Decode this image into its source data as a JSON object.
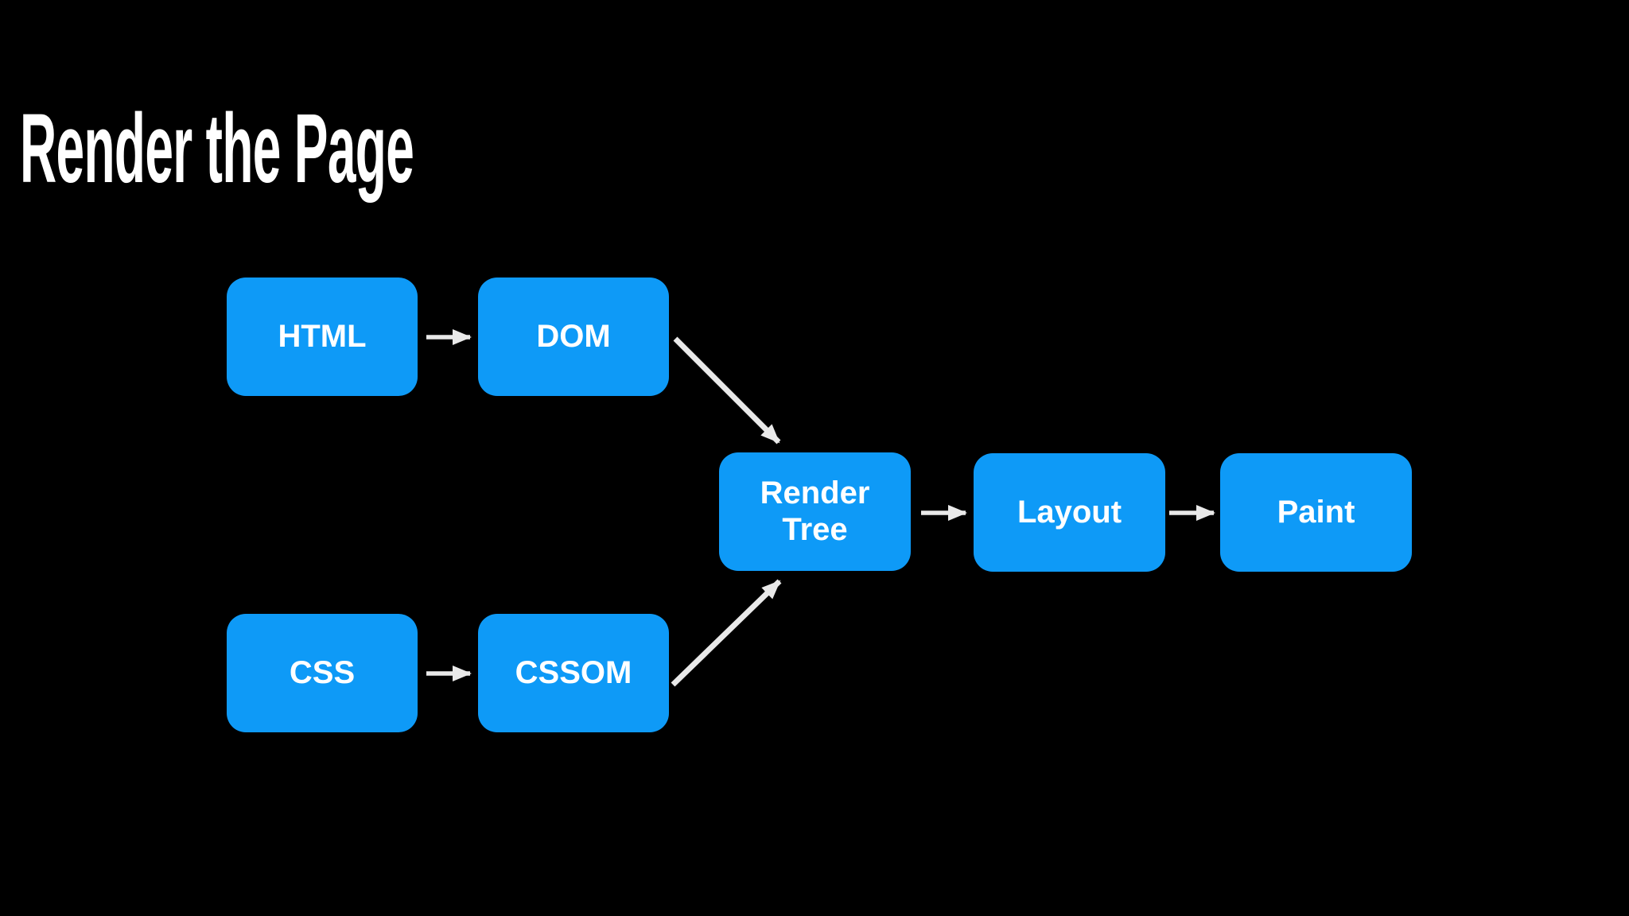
{
  "slide": {
    "title": "Render the Page"
  },
  "colors": {
    "background": "#000000",
    "title_text": "#ffffff",
    "node_fill": "#0e9af7",
    "node_text": "#ffffff",
    "arrow": "#e9e9e9"
  },
  "diagram": {
    "type": "flowchart",
    "nodes": [
      {
        "id": "html",
        "label": "HTML"
      },
      {
        "id": "dom",
        "label": "DOM"
      },
      {
        "id": "css",
        "label": "CSS"
      },
      {
        "id": "cssom",
        "label": "CSSOM"
      },
      {
        "id": "render-tree",
        "label": "Render Tree"
      },
      {
        "id": "layout",
        "label": "Layout"
      },
      {
        "id": "paint",
        "label": "Paint"
      }
    ],
    "edges": [
      {
        "from": "HTML",
        "to": "DOM"
      },
      {
        "from": "CSS",
        "to": "CSSOM"
      },
      {
        "from": "DOM",
        "to": "Render Tree"
      },
      {
        "from": "CSSOM",
        "to": "Render Tree"
      },
      {
        "from": "Render Tree",
        "to": "Layout"
      },
      {
        "from": "Layout",
        "to": "Paint"
      }
    ]
  }
}
